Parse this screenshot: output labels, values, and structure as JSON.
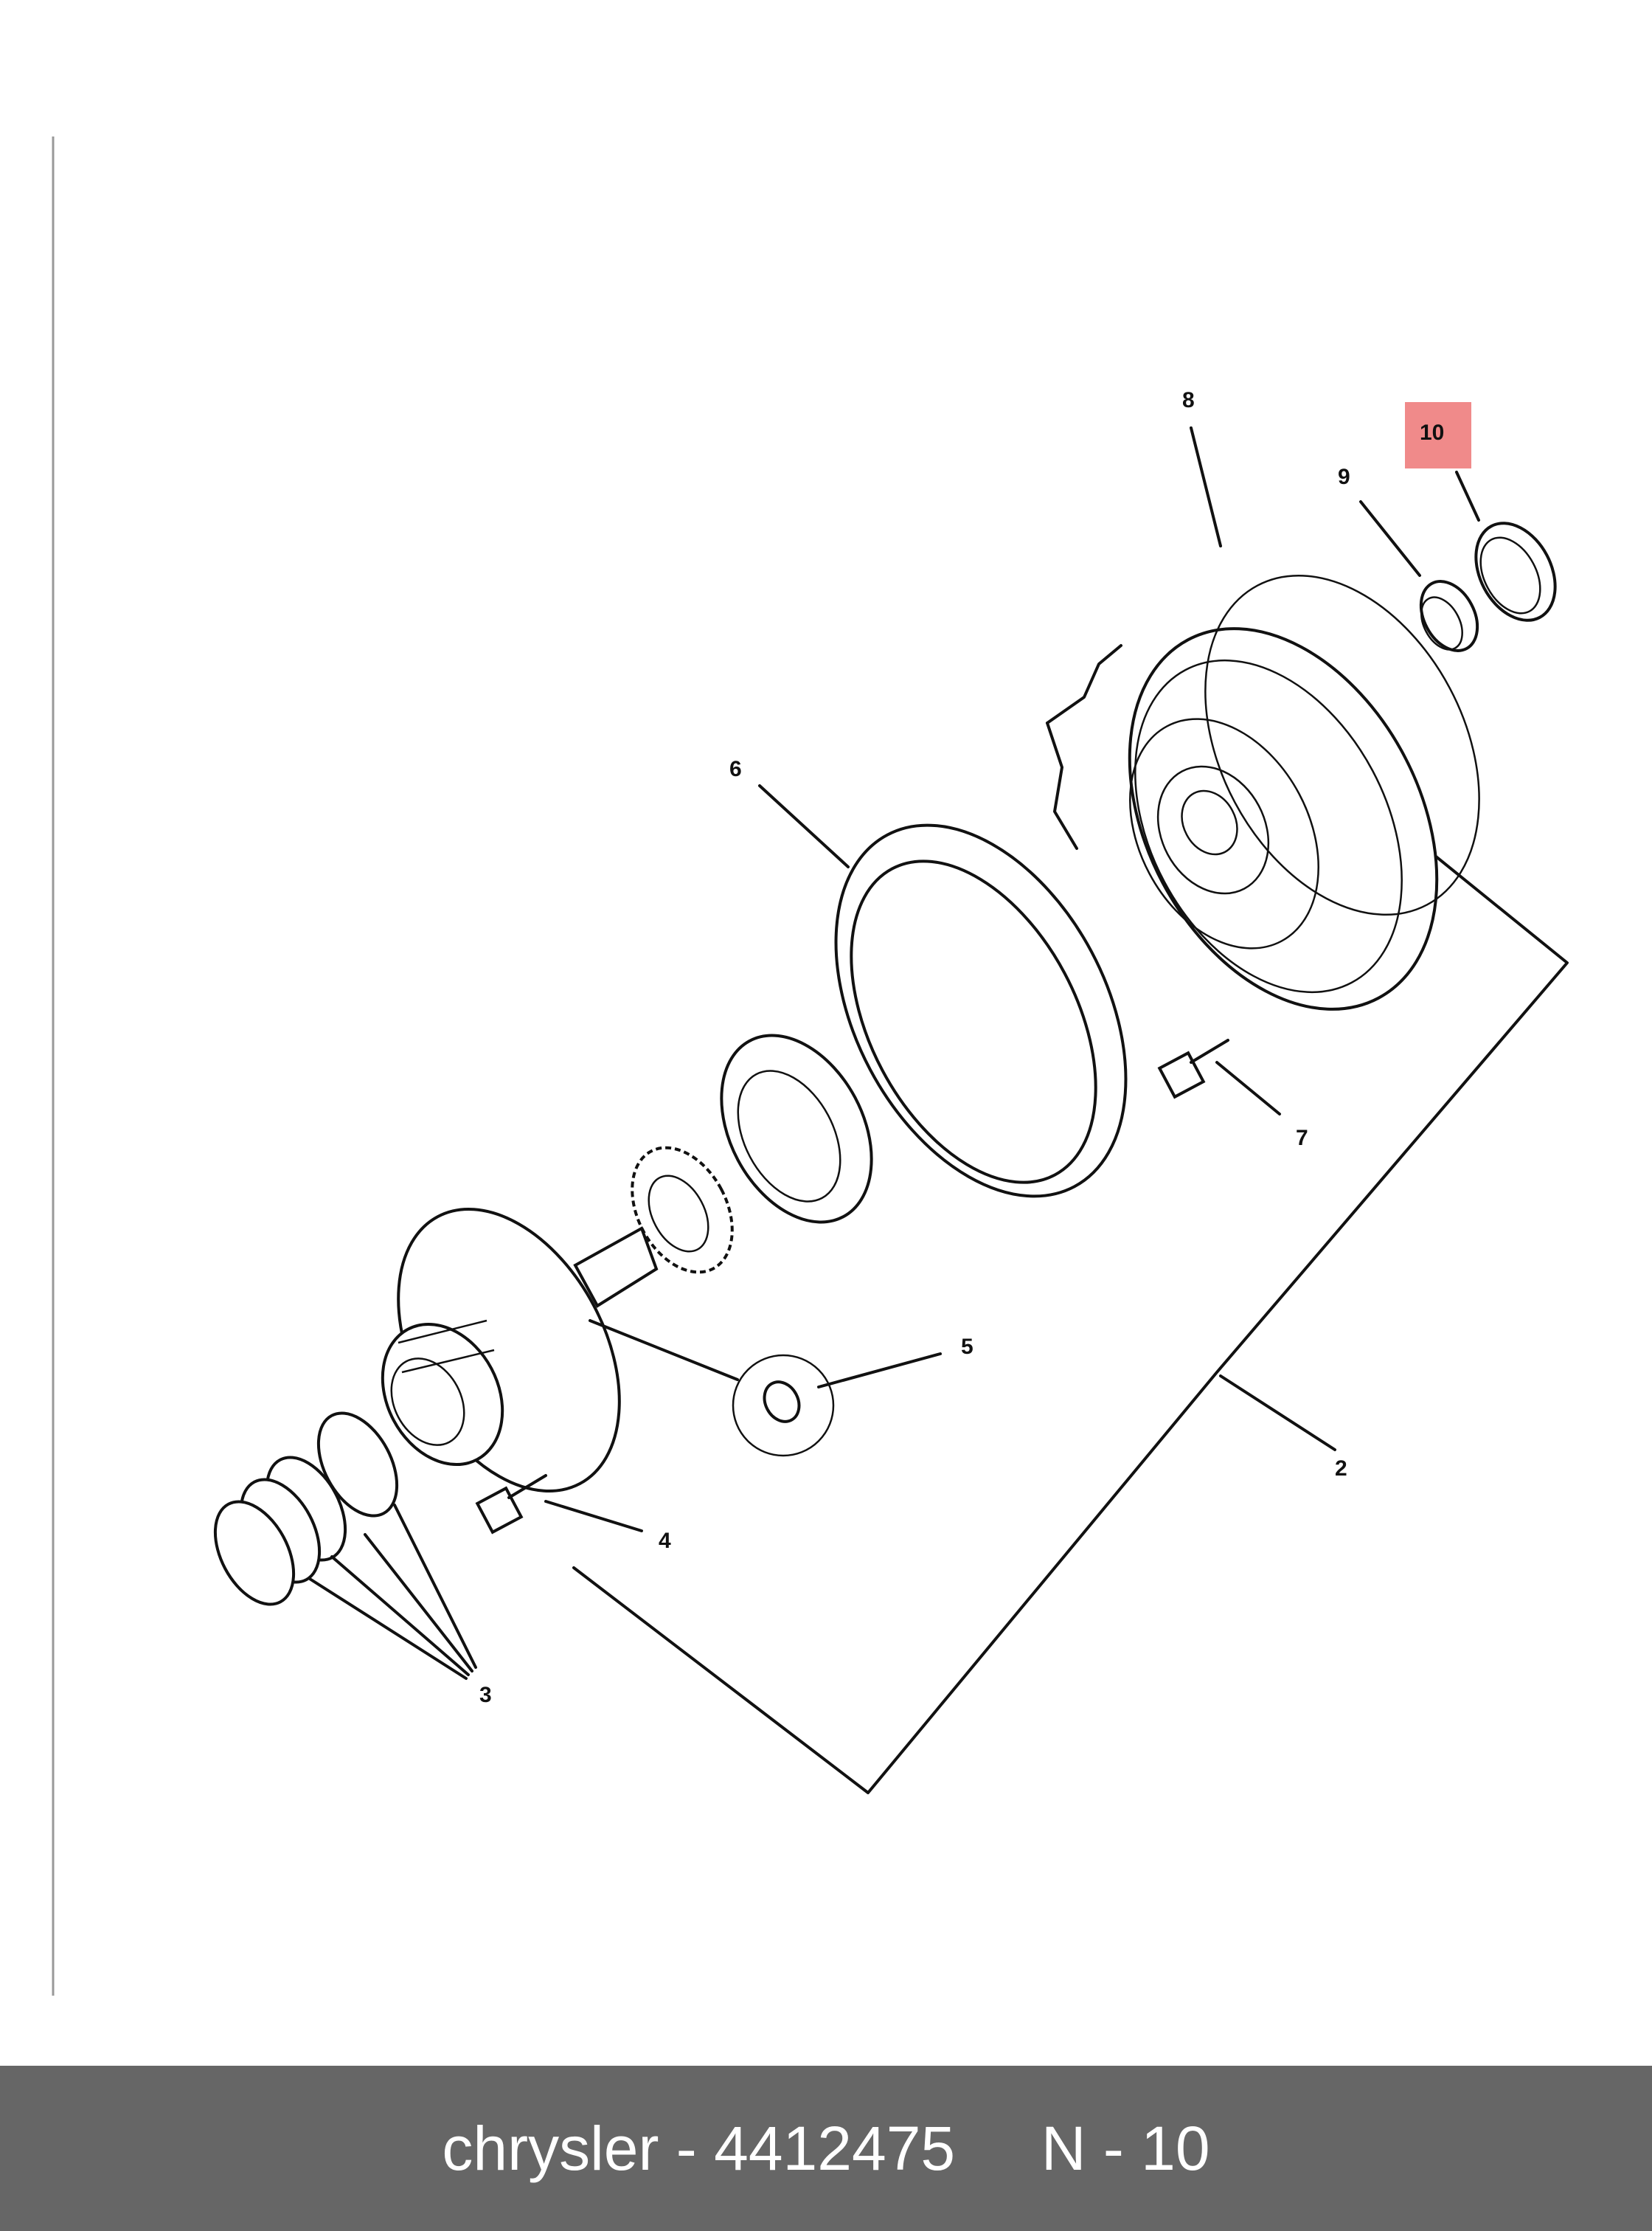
{
  "diagram": {
    "callouts": [
      {
        "id": "2",
        "label": "2"
      },
      {
        "id": "3",
        "label": "3"
      },
      {
        "id": "4",
        "label": "4"
      },
      {
        "id": "5",
        "label": "5"
      },
      {
        "id": "6",
        "label": "6"
      },
      {
        "id": "7",
        "label": "7"
      },
      {
        "id": "8",
        "label": "8"
      },
      {
        "id": "9",
        "label": "9"
      },
      {
        "id": "10",
        "label": "10",
        "highlighted": true
      }
    ],
    "highlight_color": "#f08a8a"
  },
  "footer": {
    "text": "chrysler - 4412475     N - 10",
    "background": "#666666",
    "text_color": "#ffffff"
  }
}
